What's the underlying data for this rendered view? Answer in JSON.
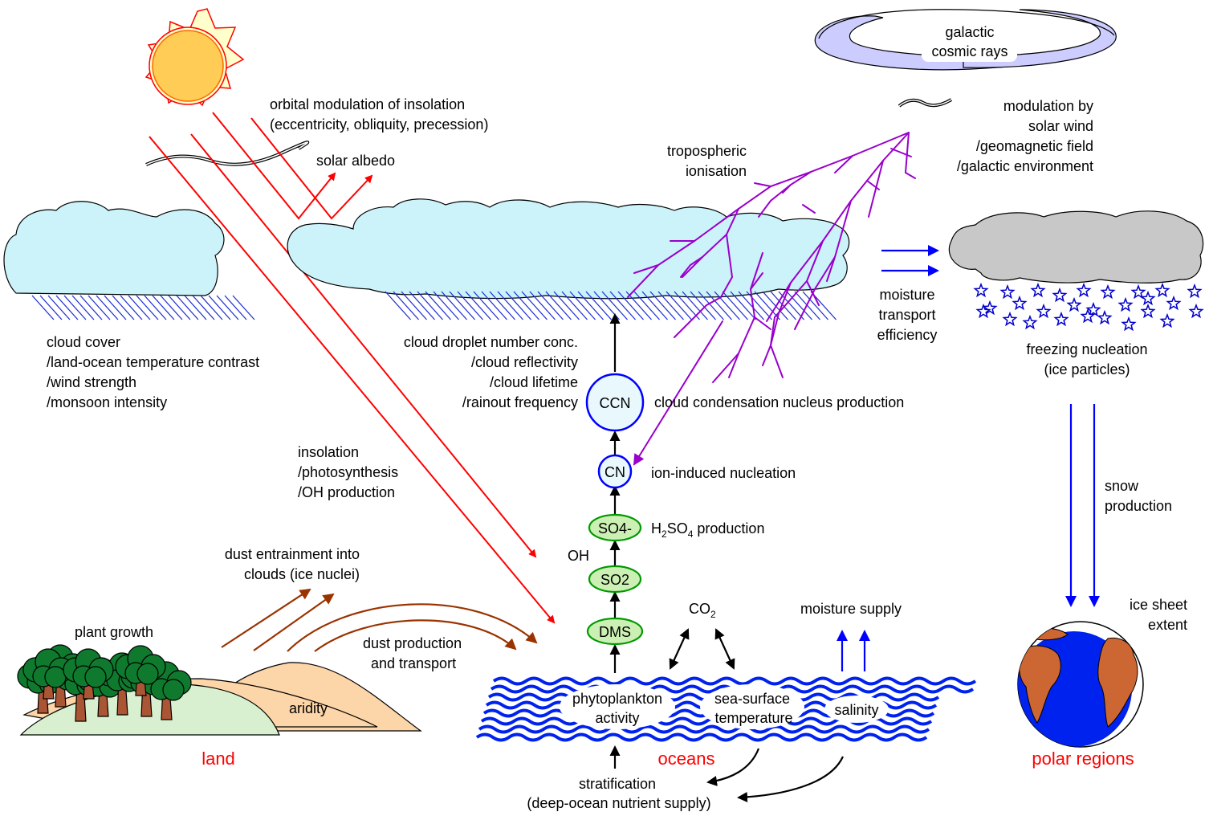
{
  "colors": {
    "red": "#ff0000",
    "blue": "#0000ff",
    "brown": "#993300",
    "violet": "#9900cc",
    "cloud_fill": "#ccf2fa",
    "grey_cloud": "#c8c8c8",
    "galaxy_fill": "#ccccff",
    "node_green": "#ccf0b4",
    "node_blue_fill": "#e8f8fc",
    "sun_fill": "#ffcc55",
    "ray_fill": "#ffffcc",
    "earth_ocean": "#0022ee",
    "earth_land": "#cc6633",
    "land_tan": "#fcd5a8",
    "land_green": "#d8f0d0"
  },
  "icons": [
    "sun-icon",
    "galaxy-icon",
    "cloud-icon",
    "lightning-icon",
    "trees-icon",
    "earth-icon",
    "snowflake-icon",
    "wave-icon"
  ],
  "galaxy": {
    "line1": "galactic",
    "line2": "cosmic rays"
  },
  "orbital": {
    "line1": "orbital modulation of insolation",
    "line2": "(eccentricity, obliquity, precession)"
  },
  "solar_albedo": "solar albedo",
  "tropospheric": {
    "line1": "tropospheric",
    "line2": "ionisation"
  },
  "modulation": {
    "line1": "modulation by",
    "line2": "solar wind",
    "line3": "/geomagnetic field",
    "line4": "/galactic environment"
  },
  "cloud_cover": {
    "line1": "cloud cover",
    "line2": "/land-ocean temperature contrast",
    "line3": "/wind strength",
    "line4": "/monsoon intensity"
  },
  "cloud_droplet": {
    "line1": "cloud droplet number conc.",
    "line2": "/cloud reflectivity",
    "line3": "/cloud lifetime",
    "line4": "/rainout frequency"
  },
  "moisture_transport": {
    "line1": "moisture",
    "line2": "transport",
    "line3": "efficiency"
  },
  "freezing": {
    "line1": "freezing nucleation",
    "line2": "(ice particles)"
  },
  "ccn_label": "cloud condensation nucleus production",
  "ion_induced": "ion-induced nucleation",
  "h2so4": {
    "main": "H",
    "sub1": "2",
    "mid": "SO",
    "sub2": "4",
    "tail": " production"
  },
  "oh": "OH",
  "insolation": {
    "line1": "insolation",
    "line2": "/photosynthesis",
    "line3": "/OH production"
  },
  "dust_entrainment": {
    "line1": "dust entrainment into",
    "line2": "clouds (ice nuclei)"
  },
  "plant_growth": "plant growth",
  "dust_production": {
    "line1": "dust production",
    "line2": "and transport"
  },
  "aridity": "aridity",
  "land": "land",
  "oceans": "oceans",
  "polar_regions": "polar regions",
  "co2": {
    "main": "CO",
    "sub": "2"
  },
  "moisture_supply": "moisture supply",
  "snow_production": {
    "line1": "snow",
    "line2": "production"
  },
  "ice_sheet": {
    "line1": "ice sheet",
    "line2": "extent"
  },
  "phytoplankton": {
    "line1": "phytoplankton",
    "line2": "activity"
  },
  "sea_surface": {
    "line1": "sea-surface",
    "line2": "temperature"
  },
  "salinity": "salinity",
  "stratification": {
    "line1": "stratification",
    "line2": "(deep-ocean nutrient supply)"
  },
  "nodes": {
    "ccn": "CCN",
    "cn": "CN",
    "so4": "SO4-",
    "so2": "SO2",
    "dms": "DMS"
  }
}
